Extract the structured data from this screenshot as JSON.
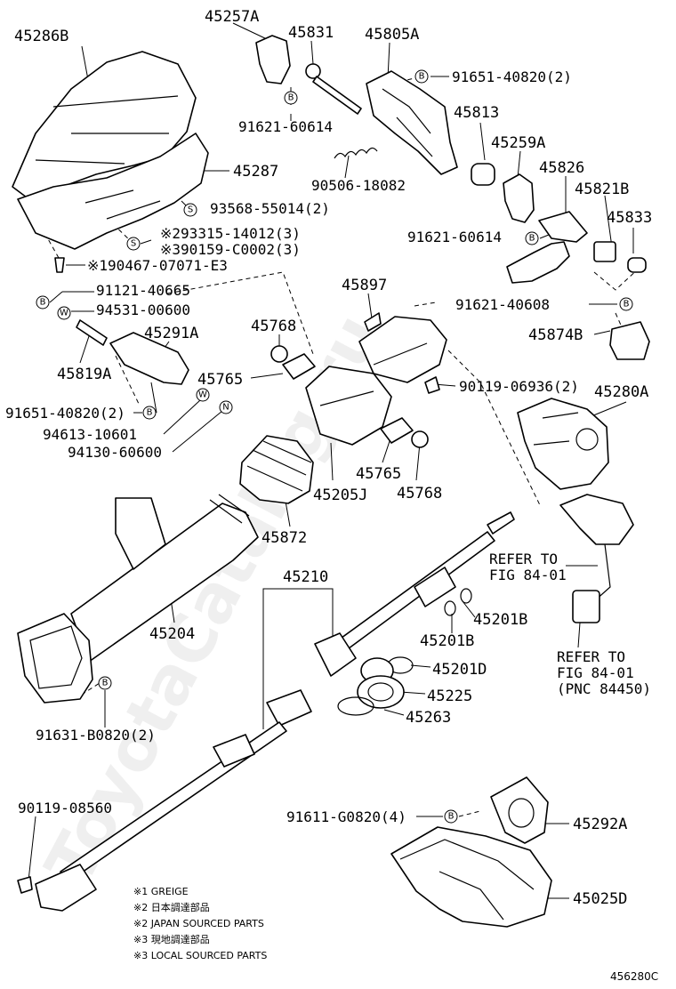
{
  "diagram": {
    "watermark": "ToyotaCatalog.ru",
    "diagram_code": "456280C",
    "parts": {
      "p45286B": "45286B",
      "p45257A": "45257A",
      "p45831": "45831",
      "p45805A": "45805A",
      "p91651_40820": "91651-40820(2)",
      "p91621_60614_a": "91621-60614",
      "p45813": "45813",
      "p45287": "45287",
      "p45259A": "45259A",
      "p45826": "45826",
      "p45821B": "45821B",
      "p90506_18082": "90506-18082",
      "p93568_55014": "93568-55014(2)",
      "p45833": "45833",
      "p93315_14012": "93315-14012(3)",
      "p90159_C0002": "90159-C0002(3)",
      "p91621_60614_b": "91621-60614",
      "p90467_07071": "90467-07071-E3",
      "p91121_40665": "91121-40665",
      "p94531_00600": "94531-00600",
      "p45291A": "45291A",
      "p45897": "45897",
      "p91621_40608": "91621-40608",
      "p45768_a": "45768",
      "p45874B": "45874B",
      "p45819A": "45819A",
      "p45765_a": "45765",
      "p90119_06936": "90119-06936(2)",
      "p45280A": "45280A",
      "p91651_40820_b": "91651-40820(2)",
      "p94613_10601": "94613-10601",
      "p94130_60600": "94130-60600",
      "p45765_b": "45765",
      "p45205J": "45205J",
      "p45768_b": "45768",
      "p45872": "45872",
      "p45210": "45210",
      "p45204": "45204",
      "p45201B_a": "45201B",
      "p45201B_b": "45201B",
      "p45201D": "45201D",
      "p45225": "45225",
      "p45263": "45263",
      "p91631_B0820": "91631-B0820(2)",
      "p90119_08560": "90119-08560",
      "p91611_G0820": "91611-G0820(4)",
      "p45292A": "45292A",
      "p45025D": "45025D"
    },
    "refer_1": [
      "REFER TO",
      "FIG 84-01"
    ],
    "refer_2": [
      "REFER TO",
      "FIG 84-01",
      "(PNC 84450)"
    ],
    "markers": {
      "B": "B",
      "S": "S",
      "W": "W",
      "N": "N",
      "x1": "※1",
      "x2": "※2",
      "x3": "※3"
    },
    "legend": [
      "※1 GREIGE",
      "※2 日本調達部品",
      "※2 JAPAN SOURCED PARTS",
      "※3 現地調達部品",
      "※3 LOCAL SOURCED PARTS"
    ]
  }
}
